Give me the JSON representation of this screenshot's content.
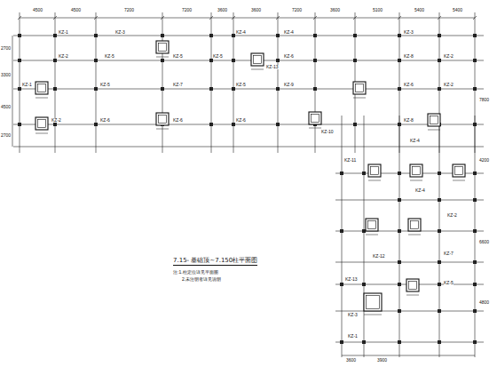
{
  "diagram": {
    "caption": "7.15-  基础顶~7.150柱平面图",
    "labels": [
      "4500",
      "4500",
      "7200",
      "7200",
      "3600",
      "3600",
      "7200",
      "3600",
      "5100",
      "5400",
      "5400",
      "2700",
      "3300",
      "4500",
      "2700",
      "KZ-1",
      "KZ-3",
      "KZ-4",
      "KZ-4",
      "KZ-3",
      "KZ-2",
      "KZ-5",
      "KZ-5",
      "KZ-5",
      "KZ-13",
      "KZ-6",
      "KZ-8",
      "KZ-2",
      "KZ-1",
      "KZ-5",
      "KZ-7",
      "KZ-5",
      "KZ-9",
      "KZ-6",
      "KZ-2",
      "KZ-2",
      "KZ-6",
      "KZ-6",
      "KZ-6",
      "KZ-10",
      "KZ-8",
      "KZ-11",
      "KZ-4",
      "KZ-4",
      "KZ-2",
      "KZ-12",
      "KZ-7",
      "KZ-13",
      "KZ-5",
      "KZ-3",
      "KZ-1",
      "3600",
      "3900",
      "7800",
      "4200",
      "6600",
      "4800",
      "注:1.柱定位详见平面图",
      "2.未注明者详见说明"
    ]
  }
}
